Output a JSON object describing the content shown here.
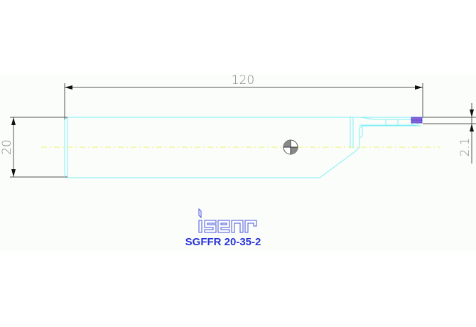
{
  "drawing": {
    "dimensions": {
      "overall_length": "120",
      "shank_height": "20",
      "cutting_width": "2.1"
    },
    "brand_logo": "iscar",
    "model_code": "SGFFR 20-35-2",
    "colors": {
      "outline": "#7ff0f5",
      "centerline": "#f2f26a",
      "dimension": "#555555",
      "dimension_text": "#8a8a8a",
      "brand": "#2a35d8",
      "insert": "#5a3ad0"
    },
    "center_of_gravity_symbol": "center-of-gravity-icon"
  }
}
